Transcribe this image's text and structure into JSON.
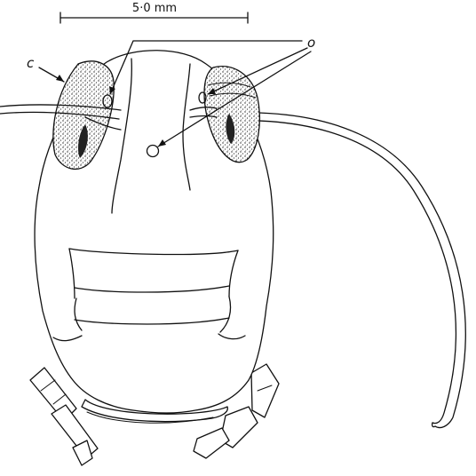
{
  "figure": {
    "scale_bar_label": "5·0 mm",
    "label_compound_eye": "c",
    "label_ocelli": "o"
  }
}
